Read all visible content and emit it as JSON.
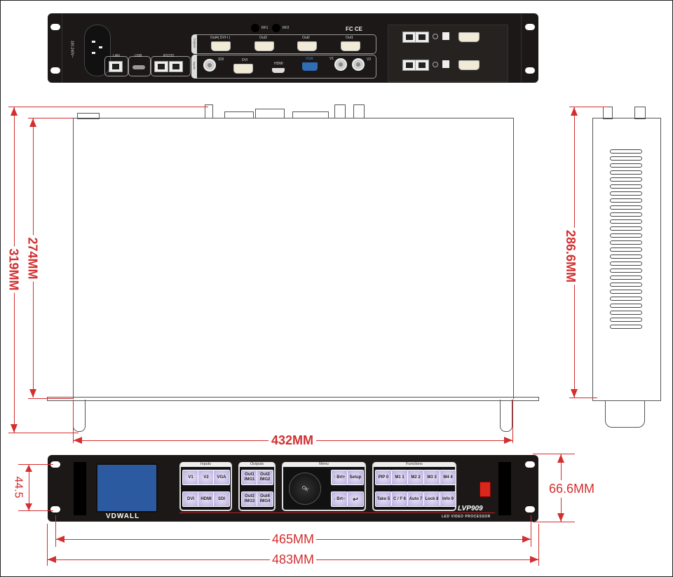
{
  "title": "LVP909 LED Video Processor dimension drawing",
  "back_panel": {
    "power_label": "100-240V~",
    "lan_label": "LAN",
    "usb_label": "USB",
    "rs232_label": "RS232",
    "rf_labels": [
      "RF1",
      "RF2"
    ],
    "cert_marks": "FC CE",
    "outputs_group": "Outputs",
    "inputs_group": "Inputs",
    "outputs": [
      "Out4( DVI-I )",
      "Out3",
      "Out2",
      "Out1"
    ],
    "inputs": [
      "SDI",
      "DVI",
      "HDMI",
      "VGA",
      "V1",
      "V2"
    ]
  },
  "dimensions": {
    "total_depth": "319MM",
    "body_depth": "274MM",
    "side_depth": "286.6MM",
    "body_width": "432MM",
    "mount_hole_spacing": "44.5",
    "height": "66.6MM",
    "hole_width": "465MM",
    "total_width": "483MM"
  },
  "front_panel": {
    "brand": "VDWALL",
    "model": "LVP909",
    "subtitle": "LED VIDEO PROCESSOR",
    "inputs_title": "Inputs",
    "inputs_keys": [
      "V1",
      "V2",
      "VGA",
      "DVI",
      "HDMI",
      "SDI"
    ],
    "outputs_title": "Outputs",
    "outputs_keys": [
      "Out1 IMG1",
      "Out2 IMG2",
      "Out3 IMG3",
      "Out4 IMG4"
    ],
    "menu_title": "Menu",
    "knob_label": "OK",
    "menu_keys": [
      "↑ Brt+",
      "Setup",
      "↓ Brt−",
      "↩"
    ],
    "functions_title": "Functions",
    "function_keys": [
      "PIP 0",
      "M1 1",
      "M2 2",
      "M3 3",
      "M4 4",
      "Take 5",
      "C / F 6",
      "Auto 7",
      "Lock 8",
      "Info 9"
    ]
  },
  "colors": {
    "dimension": "#d32f2f",
    "chassis": "#1b1817",
    "key": "#c9c0ea",
    "lcd": "#2c5aa0",
    "power_switch": "#d8281e"
  }
}
